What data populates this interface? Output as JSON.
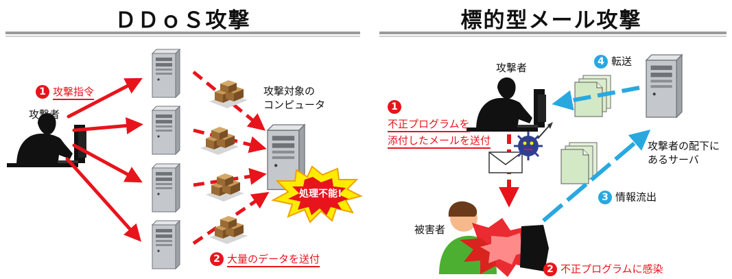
{
  "left": {
    "title": "ＤＤｏＳ攻撃",
    "attacker_label": "攻撃者",
    "step1": {
      "num": "1",
      "text": "攻撃指令"
    },
    "target_label_line1": "攻撃対象の",
    "target_label_line2": "コンピュータ",
    "step2": {
      "num": "2",
      "text": "大量のデータを送付"
    },
    "burst_text": "処理不能!"
  },
  "right": {
    "title": "標的型メール攻撃",
    "attacker_label": "攻撃者",
    "step1": {
      "num": "1",
      "line1": "不正プログラムを",
      "line2": "添付したメールを送付"
    },
    "step4": {
      "num": "4",
      "text": "転送"
    },
    "server_label_line1": "攻撃者の配下に",
    "server_label_line2": "あるサーバ",
    "step3": {
      "num": "3",
      "text": "情報流出"
    },
    "victim_label": "被害者",
    "step2": {
      "num": "2",
      "text": "不正プログラムに感染"
    }
  },
  "colors": {
    "red_arrow": "#e8141c",
    "blue_arrow": "#29a8e0",
    "server_gray": "#b9bcc0",
    "document_green": "#d9eccd"
  }
}
